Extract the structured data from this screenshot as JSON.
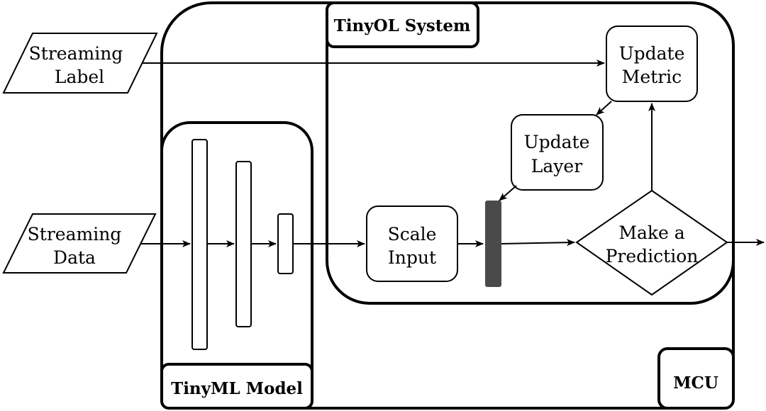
{
  "inputs": {
    "streaming_label": [
      "Streaming",
      "Label"
    ],
    "streaming_data": [
      "Streaming",
      "Data"
    ]
  },
  "containers": {
    "mcu": "MCU",
    "tinyol_system": "TinyOL System",
    "tinyml_model": "TinyML Model"
  },
  "nodes": {
    "scale_input": [
      "Scale",
      "Input"
    ],
    "update_layer": [
      "Update",
      "Layer"
    ],
    "update_metric": [
      "Update",
      "Metric"
    ],
    "make_prediction": [
      "Make a",
      "Prediction"
    ]
  }
}
